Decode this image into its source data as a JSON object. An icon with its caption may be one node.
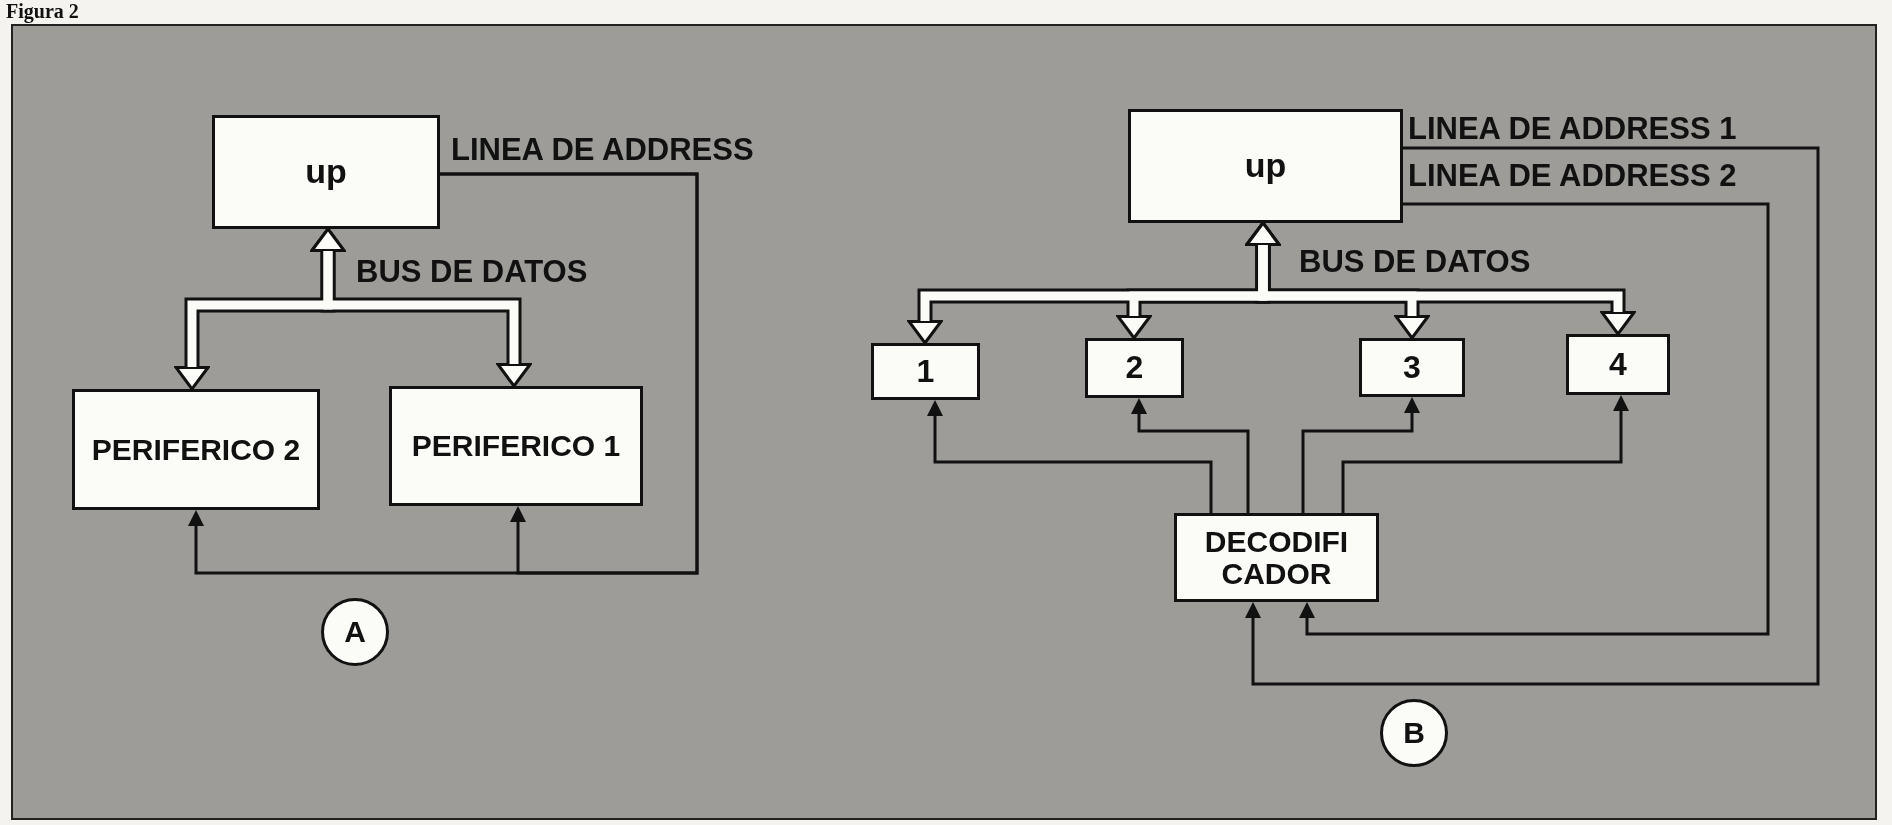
{
  "diagram": {
    "title": "Figura 2",
    "nodes": [
      {
        "text": [
          "up"
        ]
      },
      {
        "text": [
          "PERIFERICO 2"
        ]
      },
      {
        "text": [
          "PERIFERICO 1"
        ]
      },
      {
        "text": [
          "A"
        ]
      },
      {
        "text": [
          "up"
        ]
      },
      {
        "text": [
          "1"
        ]
      },
      {
        "text": [
          "2"
        ]
      },
      {
        "text": [
          "3"
        ]
      },
      {
        "text": [
          "4"
        ]
      },
      {
        "text": [
          "DECODIFI CADOR"
        ]
      },
      {
        "text": [
          "B"
        ]
      }
    ],
    "edges": [
      {
        "from": 0,
        "to": 1,
        "arrow": "both",
        "style": "thick"
      },
      {
        "from": 0,
        "to": 2,
        "arrow": "both",
        "style": "thick"
      },
      {
        "from": 0,
        "to": 1,
        "arrow": "to"
      },
      {
        "from": 0,
        "to": 2,
        "arrow": "to"
      },
      {
        "from": 4,
        "to": 5,
        "arrow": "both",
        "style": "thick"
      },
      {
        "from": 4,
        "to": 6,
        "arrow": "both",
        "style": "thick"
      },
      {
        "from": 4,
        "to": 7,
        "arrow": "both",
        "style": "thick"
      },
      {
        "from": 4,
        "to": 8,
        "arrow": "both",
        "style": "thick"
      },
      {
        "from": 9,
        "to": 5,
        "arrow": "to"
      },
      {
        "from": 9,
        "to": 6,
        "arrow": "to"
      },
      {
        "from": 9,
        "to": 7,
        "arrow": "to"
      },
      {
        "from": 9,
        "to": 8,
        "arrow": "to"
      },
      {
        "from": 4,
        "to": 9,
        "arrow": "to"
      },
      {
        "from": 4,
        "to": 9,
        "arrow": "to"
      }
    ],
    "labels": [
      "LINEA DE ADDRESS",
      "BUS DE DATOS",
      "LINEA DE ADDRESS 1",
      "LINEA DE ADDRESS 2",
      "BUS DE DATOS"
    ]
  }
}
